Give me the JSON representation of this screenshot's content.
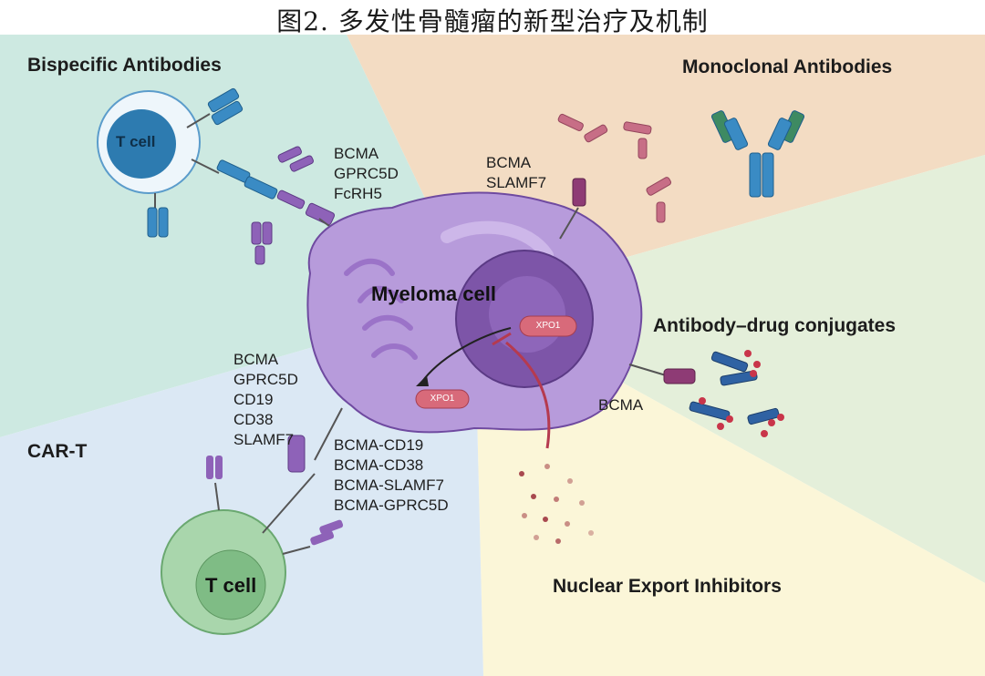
{
  "figure_title": "图2. 多发性骨髓瘤的新型治疗及机制",
  "sections": {
    "bispecific": "Bispecific Antibodies",
    "monoclonal": "Monoclonal   Antibodies",
    "adc": "Antibody–drug conjugates",
    "cart": "CAR-T",
    "nuclear": "Nuclear Export Inhibitors"
  },
  "center": {
    "cell_label": "Myeloma cell",
    "xpo1_nucleus": "XPO1",
    "xpo1_cytoplasm": "XPO1"
  },
  "tcells": {
    "bispecific_tcell": "T cell",
    "cart_tcell": "T cell"
  },
  "target_lists": {
    "bispecific": [
      "BCMA",
      "GPRC5D",
      "FcRH5"
    ],
    "monoclonal": [
      "BCMA",
      "SLAMF7"
    ],
    "adc": [
      "BCMA"
    ],
    "cart_single": [
      "BCMA",
      "GPRC5D",
      "CD19",
      "CD38",
      "SLAMF7"
    ],
    "cart_dual": [
      "BCMA-CD19",
      "BCMA-CD38",
      "BCMA-SLAMF7",
      "BCMA-GPRC5D"
    ]
  },
  "colors": {
    "bispecific_bg": "#cde9e1",
    "monoclonal_bg": "#f3dcc3",
    "adc_bg": "#e3efd9",
    "cart_bg": "#dbe8f4",
    "nuclear_bg": "#fbf6d8",
    "myeloma_cell": "#b79bdb",
    "nucleus": "#7d55a8",
    "xpo1": "#d86a7a",
    "tcell_blue": "#2d7bb0",
    "tcell_green": "#8fc795",
    "antibody_blue": "#3a8bc4",
    "antibody_green": "#3e8a62"
  }
}
